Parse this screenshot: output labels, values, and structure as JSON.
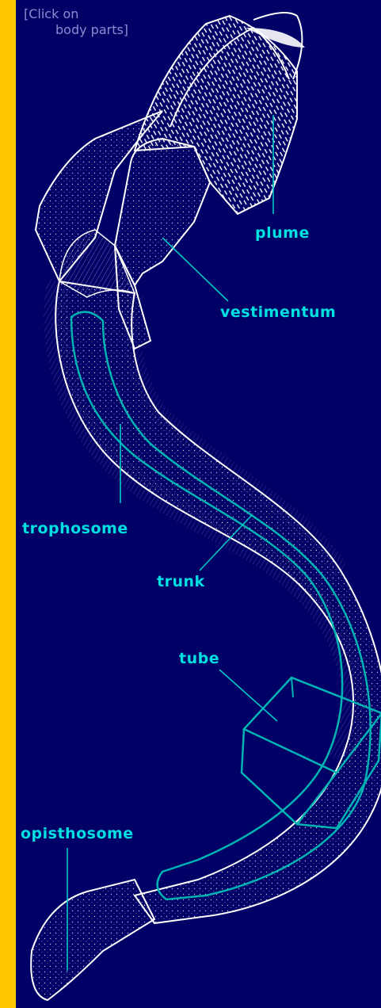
{
  "hint": {
    "line1": "[Click on",
    "line2": "body parts]"
  },
  "labels": {
    "plume": "plume",
    "vestimentum": "vestimentum",
    "trophosome": "trophosome",
    "trunk": "trunk",
    "tube": "tube",
    "opisthosome": "opisthosome"
  },
  "colors": {
    "frame": "#FFC800",
    "background": "#000066",
    "label": "#00E0E0",
    "outline": "#FFFFFF",
    "hint": "#8C8CD0"
  }
}
